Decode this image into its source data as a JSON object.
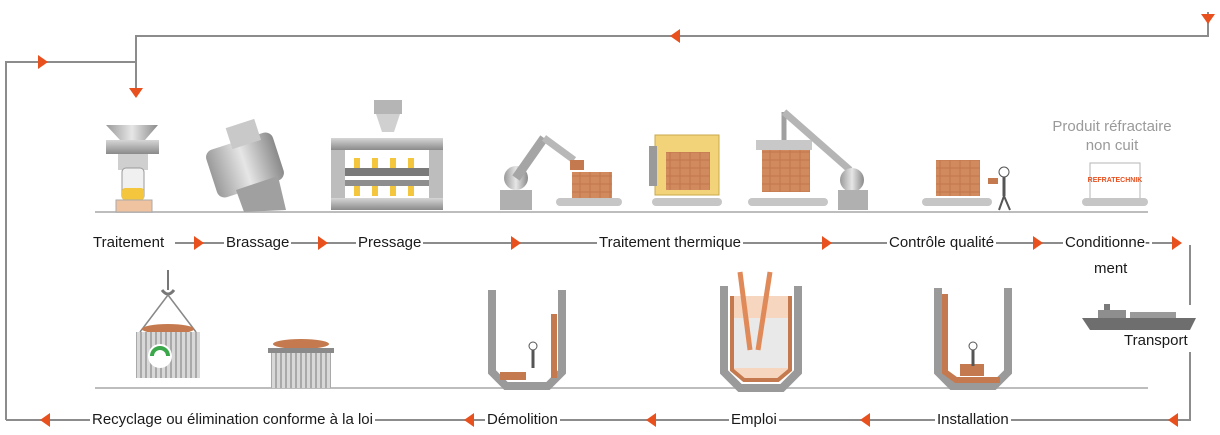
{
  "steps_top": {
    "s1": "Traitement",
    "s2": "Brassage",
    "s3": "Pressage",
    "s4": "Traitement thermique",
    "s5": "Contrôle qualité",
    "s6a": "Conditionne-",
    "s6b": "ment"
  },
  "product_label": {
    "line1": "Produit réfractaire",
    "line2": "non cuit"
  },
  "transport": "Transport",
  "steps_bottom": {
    "b1": "Installation",
    "b2": "Emploi",
    "b3": "Démolition",
    "b4": "Recyclage ou élimination conforme à la loi"
  },
  "box_logo": "REFRATECHNIK",
  "colors": {
    "accent": "#e8501e",
    "line": "#8c8c8c",
    "brick": "#b8754b",
    "steel": "#8e8e8e"
  }
}
